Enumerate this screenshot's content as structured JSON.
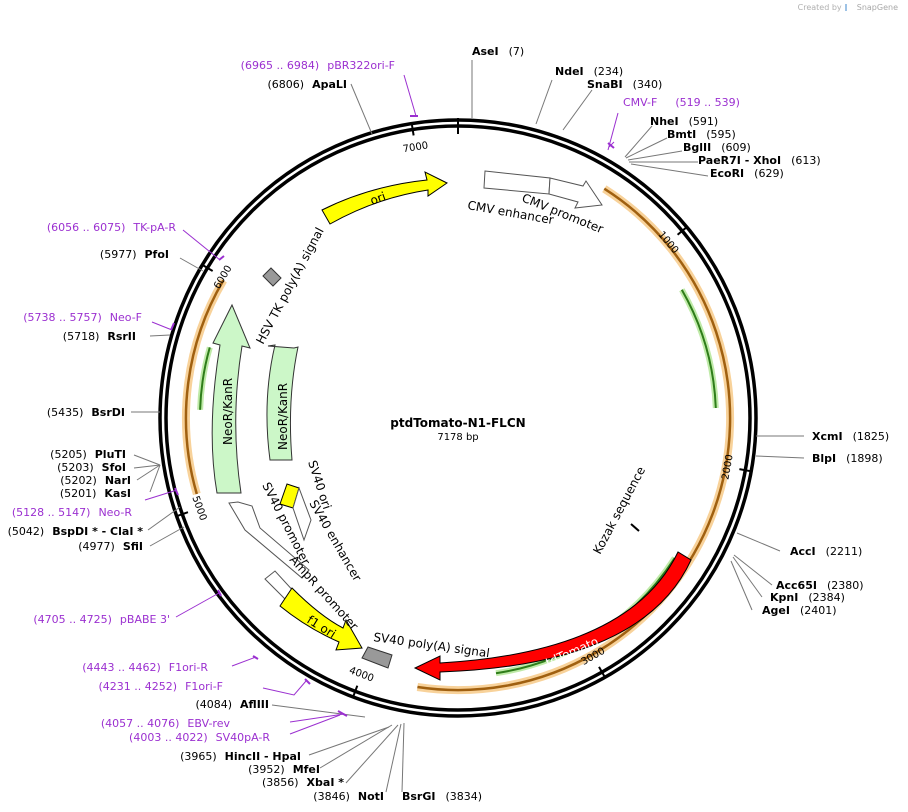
{
  "credit": {
    "prefix": "Created by",
    "brand": "SnapGene"
  },
  "plasmid": {
    "name": "ptdTomato-N1-FLCN",
    "length_label": "7178 bp",
    "length": 7178
  },
  "ticks": [
    "1000",
    "2000",
    "3000",
    "4000",
    "5000",
    "6000",
    "7000"
  ],
  "sites": [
    {
      "name": "AseI",
      "pos": "(7)"
    },
    {
      "name": "NdeI",
      "pos": "(234)"
    },
    {
      "name": "SnaBI",
      "pos": "(340)"
    },
    {
      "name": "NheI",
      "pos": "(591)"
    },
    {
      "name": "BmtI",
      "pos": "(595)"
    },
    {
      "name": "BglII",
      "pos": "(609)"
    },
    {
      "name": "PaeR7I - XhoI",
      "pos": "(613)"
    },
    {
      "name": "EcoRI",
      "pos": "(629)"
    },
    {
      "name": "XcmI",
      "pos": "(1825)"
    },
    {
      "name": "BlpI",
      "pos": "(1898)"
    },
    {
      "name": "AccI",
      "pos": "(2211)"
    },
    {
      "name": "Acc65I",
      "pos": "(2380)"
    },
    {
      "name": "KpnI",
      "pos": "(2384)"
    },
    {
      "name": "AgeI",
      "pos": "(2401)"
    },
    {
      "name": "BsrGI",
      "pos": "(3834)"
    },
    {
      "name": "NotI",
      "pos": "(3846)"
    },
    {
      "name": "XbaI *",
      "pos": "(3856)"
    },
    {
      "name": "MfeI",
      "pos": "(3952)"
    },
    {
      "name": "HincII - HpaI",
      "pos": "(3965)"
    },
    {
      "name": "AflIII",
      "pos": "(4084)"
    },
    {
      "name": "SfiI",
      "pos": "(4977)"
    },
    {
      "name": "BspDI * - ClaI *",
      "pos": "(5042)"
    },
    {
      "name": "KasI",
      "pos": "(5201)"
    },
    {
      "name": "NarI",
      "pos": "(5202)"
    },
    {
      "name": "SfoI",
      "pos": "(5203)"
    },
    {
      "name": "PluTI",
      "pos": "(5205)"
    },
    {
      "name": "BsrDI",
      "pos": "(5435)"
    },
    {
      "name": "RsrII",
      "pos": "(5718)"
    },
    {
      "name": "PfoI",
      "pos": "(5977)"
    },
    {
      "name": "ApaLI",
      "pos": "(6806)"
    }
  ],
  "primers": [
    {
      "range": "(519 .. 539)",
      "name": "CMV-F"
    },
    {
      "range": "(6965 .. 6984)",
      "name": "pBR322ori-F"
    },
    {
      "range": "(6056 .. 6075)",
      "name": "TK-pA-R"
    },
    {
      "range": "(5738 .. 5757)",
      "name": "Neo-F"
    },
    {
      "range": "(5128 .. 5147)",
      "name": "Neo-R"
    },
    {
      "range": "(4705 .. 4725)",
      "name": "pBABE 3'"
    },
    {
      "range": "(4443 .. 4462)",
      "name": "F1ori-R"
    },
    {
      "range": "(4231 .. 4252)",
      "name": "F1ori-F"
    },
    {
      "range": "(4057 .. 4076)",
      "name": "EBV-rev"
    },
    {
      "range": "(4003 .. 4022)",
      "name": "SV40pA-R"
    }
  ],
  "features": [
    {
      "label": "CMV enhancer"
    },
    {
      "label": "CMV promoter"
    },
    {
      "label": "ori"
    },
    {
      "label": "HSV TK poly(A) signal"
    },
    {
      "label": "NeoR/KanR"
    },
    {
      "label": "NeoR/KanR"
    },
    {
      "label": "SV40 ori"
    },
    {
      "label": "SV40 enhancer"
    },
    {
      "label": "SV40 promoter"
    },
    {
      "label": "AmpR promoter"
    },
    {
      "label": "f1 ori"
    },
    {
      "label": "SV40 poly(A) signal"
    },
    {
      "label": "tdTomato"
    },
    {
      "label": "Kozak sequence"
    }
  ],
  "colors": {
    "primer": "#9b30d0",
    "ori": "#ffff00",
    "neo": "#ccf7c8",
    "tdtomato": "#ff0000",
    "orf": "#f5a742",
    "orf_inner": "#2e7d1a",
    "terminator": "#999999"
  }
}
